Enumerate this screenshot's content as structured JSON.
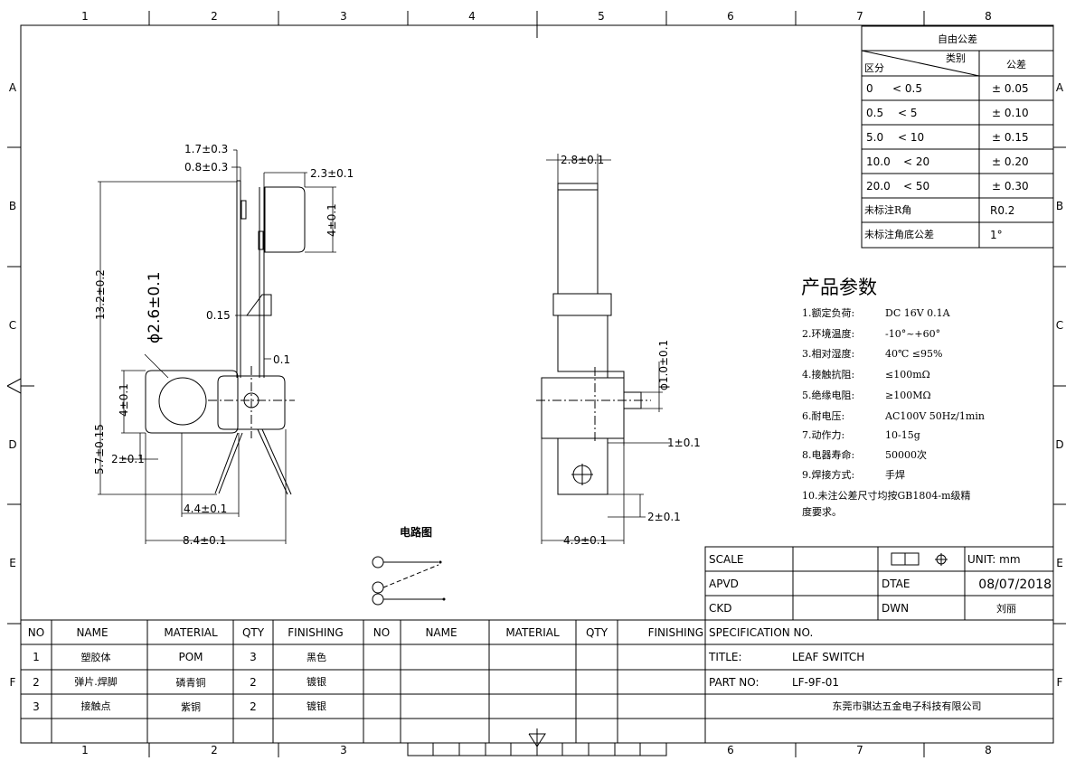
{
  "grid": {
    "columns": [
      "1",
      "2",
      "3",
      "4",
      "5",
      "6",
      "7",
      "8"
    ],
    "rows": [
      "A",
      "B",
      "C",
      "D",
      "E",
      "F"
    ]
  },
  "tolerance_table": {
    "title": "自由公差",
    "header_category": "类别",
    "header_range": "区分",
    "header_tol": "公差",
    "rows": [
      {
        "lo": "0",
        "hi": "< 0.5",
        "tol": "± 0.05"
      },
      {
        "lo": "0.5",
        "hi": "< 5",
        "tol": "± 0.10"
      },
      {
        "lo": "5.0",
        "hi": "< 10",
        "tol": "± 0.15"
      },
      {
        "lo": "10.0",
        "hi": "< 20",
        "tol": "± 0.20"
      },
      {
        "lo": "20.0",
        "hi": "< 50",
        "tol": "± 0.30"
      }
    ],
    "r_label": "未标注R角",
    "r_value": "R0.2",
    "angle_label": "未标注角底公差",
    "angle_value": "1°"
  },
  "params": {
    "title": "产品参数",
    "items": [
      {
        "k": "1.额定负荷:",
        "v": "DC 16V 0.1A"
      },
      {
        "k": "2.环境温度:",
        "v": "-10°~+60°"
      },
      {
        "k": "3.相对湿度:",
        "v": "40℃ ≤95%"
      },
      {
        "k": "4.接触抗阻:",
        "v": "≤100mΩ"
      },
      {
        "k": "5.绝缘电阻:",
        "v": "≥100MΩ"
      },
      {
        "k": "6.耐电压:",
        "v": "AC100V 50Hz/1min"
      },
      {
        "k": "7.动作力:",
        "v": "10-15g"
      },
      {
        "k": "8.电器寿命:",
        "v": "50000次"
      },
      {
        "k": "9.焊接方式:",
        "v": "手焊"
      }
    ],
    "note_line1": "10.未注公差尺寸均按GB1804-m级精",
    "note_line2": "度要求。"
  },
  "dims_left": {
    "d1": "1.7±0.3",
    "d2": "0.8±0.3",
    "d3": "2.3±0.1",
    "d4": "4±0.1",
    "d5": "13.2±0.2",
    "d6": "ϕ2.6±0.1",
    "d7": "0.15",
    "d8": "0.1",
    "d9": "4±0.1",
    "d10": "5.7±0.15",
    "d11": "2±0.1",
    "d12": "4.4±0.1",
    "d13": "8.4±0.1"
  },
  "dims_right": {
    "d1": "2.8±0.1",
    "d2": "ϕ1.0±0.1",
    "d3": "1±0.1",
    "d4": "2±0.1",
    "d5": "4.9±0.1"
  },
  "circuit_label": "电路图",
  "title_block": {
    "scale_label": "SCALE",
    "unit": "UNIT: mm",
    "apvd_label": "APVD",
    "date_label": "DTAE",
    "date": "08/07/2018",
    "ckd_label": "CKD",
    "dwn_label": "DWN",
    "dwn": "刘丽",
    "spec_label": "SPECIFICATION NO.",
    "title_label": "TITLE:",
    "title": "LEAF SWITCH",
    "part_label": "PART NO:",
    "part_no": "LF-9F-01",
    "company": "东莞市骐达五金电子科技有限公司"
  },
  "bom": {
    "headers": [
      "NO",
      "NAME",
      "MATERIAL",
      "QTY",
      "FINISHING",
      "NO",
      "NAME",
      "MATERIAL",
      "QTY",
      "FINISHING"
    ],
    "rows": [
      {
        "no": "1",
        "name": "塑胶体",
        "material": "POM",
        "qty": "3",
        "finishing": "黑色"
      },
      {
        "no": "2",
        "name": "弹片.焊脚",
        "material": "磷青铜",
        "qty": "2",
        "finishing": "镀银"
      },
      {
        "no": "3",
        "name": "接触点",
        "material": "紫铜",
        "qty": "2",
        "finishing": "镀银"
      }
    ]
  }
}
